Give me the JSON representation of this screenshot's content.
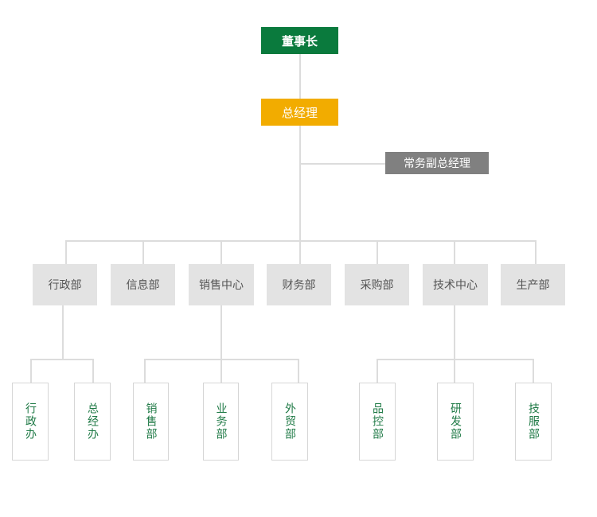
{
  "chairman": "董事长",
  "general_manager": "总经理",
  "deputy_gm": "常务副总经理",
  "departments": [
    "行政部",
    "信息部",
    "销售中心",
    "财务部",
    "采购部",
    "技术中心",
    "生产部"
  ],
  "sub_units": {
    "admin": [
      "行政办",
      "总经办"
    ],
    "sales": [
      "销售部",
      "业务部",
      "外贸部"
    ],
    "tech": [
      "品控部",
      "研发部",
      "技服部"
    ]
  },
  "colors": {
    "chairman_bg": "#0a7a3d",
    "gm_bg": "#f2ac00",
    "deputy_bg": "#808080",
    "dept_bg": "#e3e3e3",
    "sub_text": "#1f7a46",
    "connector": "#dcdcdc"
  }
}
